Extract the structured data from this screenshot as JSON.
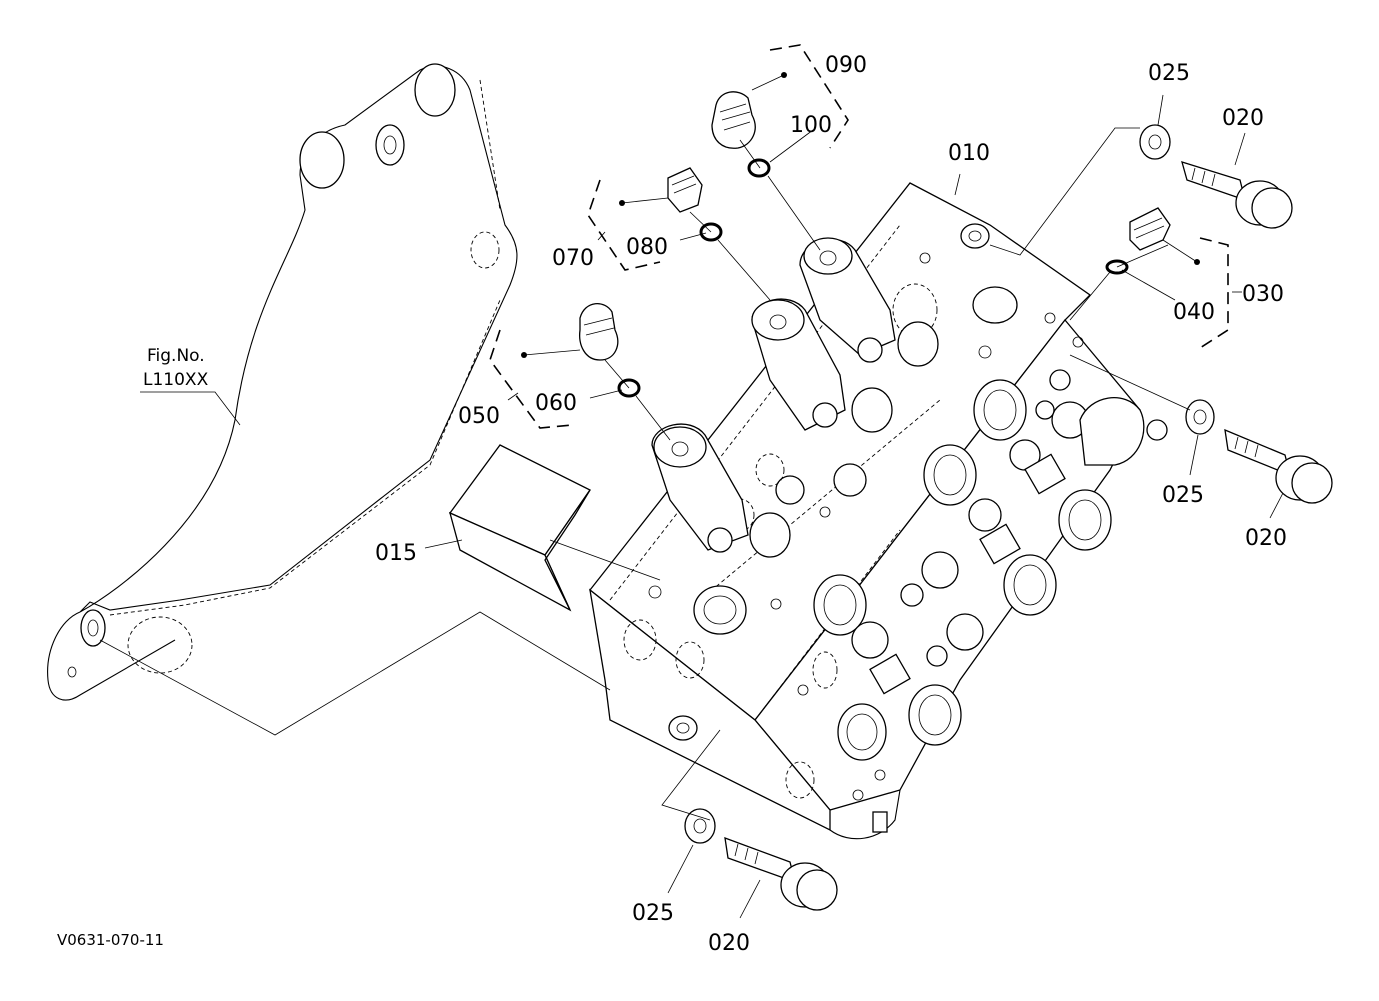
{
  "diagram": {
    "callouts": {
      "p010": "010",
      "p015": "015",
      "p020a": "020",
      "p020b": "020",
      "p020c": "020",
      "p025a": "025",
      "p025b": "025",
      "p025c": "025",
      "p030": "030",
      "p040": "040",
      "p050": "050",
      "p060": "060",
      "p070": "070",
      "p080": "080",
      "p090": "090",
      "p100": "100"
    },
    "fig_ref": {
      "line1": "Fig.No.",
      "line2": "L110XX"
    },
    "drawing_code": "V0631-070-11"
  }
}
